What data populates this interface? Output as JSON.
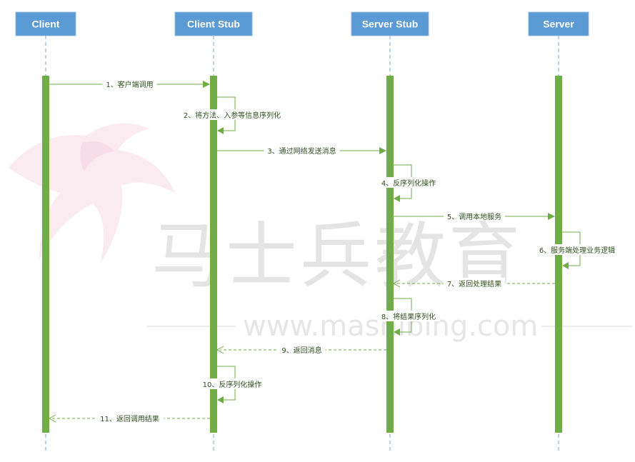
{
  "actors": [
    {
      "id": "client",
      "label": "Client"
    },
    {
      "id": "client-stub",
      "label": "Client Stub"
    },
    {
      "id": "server-stub",
      "label": "Server Stub"
    },
    {
      "id": "server",
      "label": "Server"
    }
  ],
  "messages": [
    {
      "label": "1、客户端调用",
      "from": 0,
      "to": 1,
      "style": "solid"
    },
    {
      "label": "2、将方法、入参等信息序列化",
      "from": 1,
      "to": 1,
      "style": "self"
    },
    {
      "label": "3、通过网络发送消息",
      "from": 1,
      "to": 2,
      "style": "solid"
    },
    {
      "label": "4、反序列化操作",
      "from": 2,
      "to": 2,
      "style": "self"
    },
    {
      "label": "5、调用本地服务",
      "from": 2,
      "to": 3,
      "style": "solid"
    },
    {
      "label": "6、服务端处理业务逻辑",
      "from": 3,
      "to": 3,
      "style": "self"
    },
    {
      "label": "7、返回处理结果",
      "from": 3,
      "to": 2,
      "style": "dashed"
    },
    {
      "label": "8、将结果序列化",
      "from": 2,
      "to": 2,
      "style": "self"
    },
    {
      "label": "9、返回消息",
      "from": 2,
      "to": 1,
      "style": "dashed"
    },
    {
      "label": "10、反序列化操作",
      "from": 1,
      "to": 1,
      "style": "self"
    },
    {
      "label": "11、返回调用结果",
      "from": 1,
      "to": 0,
      "style": "dashed"
    }
  ],
  "watermark": {
    "brand": "马士兵教育",
    "url": "www.mashibing.com"
  },
  "colors": {
    "actor_box": "#5b9bd5",
    "activation": "#70ad47",
    "message": "#70ad47",
    "lifeline": "#7aa7d8"
  }
}
